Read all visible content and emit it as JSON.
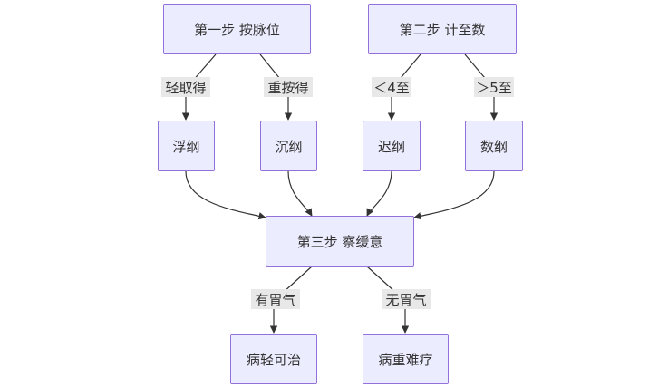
{
  "nodes": {
    "step1": "第一步 按脉位",
    "step2": "第二步 计至数",
    "fu": "浮纲",
    "chen": "沉纲",
    "chi": "迟纲",
    "shu": "数纲",
    "step3": "第三步 察缓意",
    "mild": "病轻可治",
    "severe": "病重难疗"
  },
  "edge_labels": {
    "light_press": "轻取得",
    "heavy_press": "重按得",
    "lt4": "＜4至",
    "gt5": "＞5至",
    "has_stomach_qi": "有胃气",
    "no_stomach_qi": "无胃气"
  }
}
